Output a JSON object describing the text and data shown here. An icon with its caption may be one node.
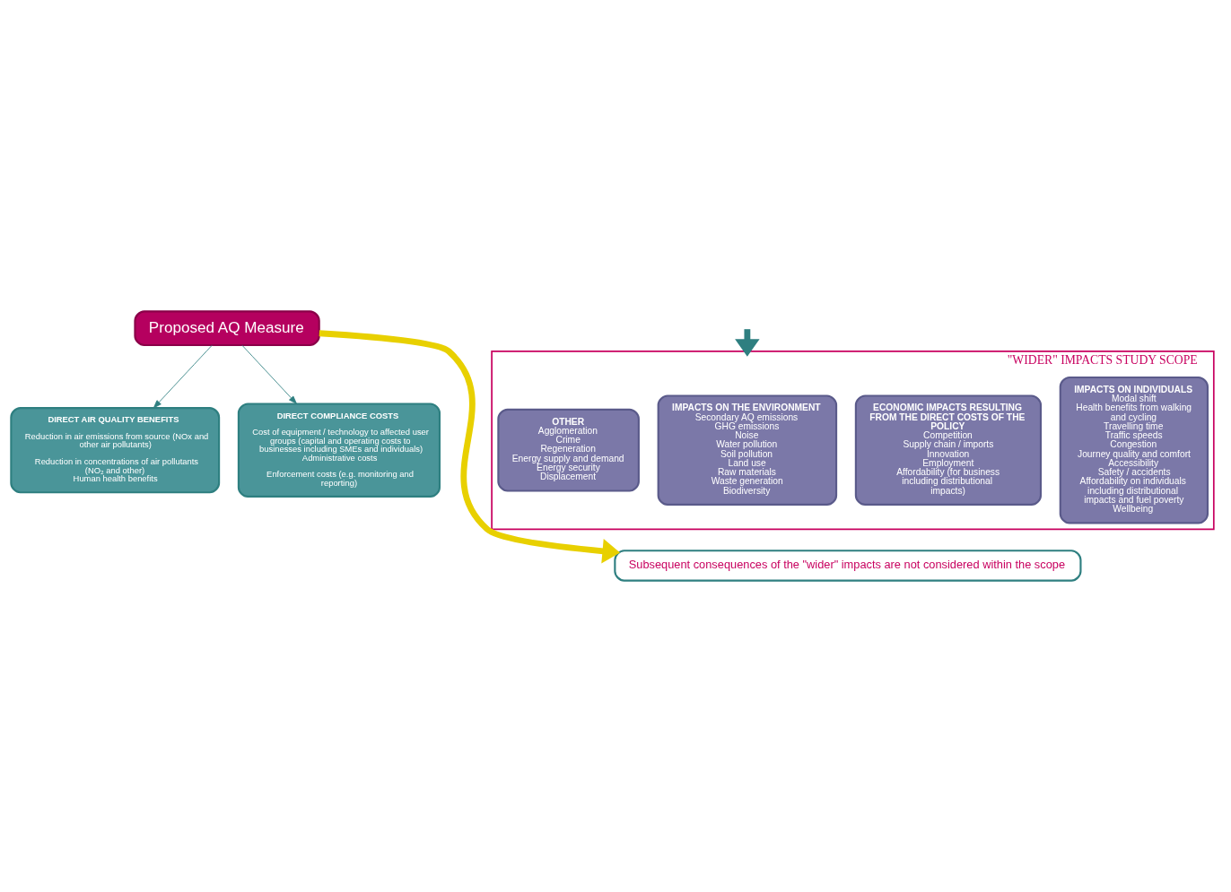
{
  "diagram": {
    "nodes": [
      {
        "text": [
          "Proposed AQ Measure"
        ]
      },
      {
        "text": [
          "DIRECT AIR QUALITY BENEFITS",
          "Reduction in air emissions from source (NOx and other air pollutants)",
          "Reduction in concentrations of air pollutants (NO₂ and other)",
          "Human health benefits"
        ]
      },
      {
        "text": [
          "DIRECT COMPLIANCE COSTS",
          "Cost of equipment / technology to affected user groups (capital and operating costs to businesses including SMEs and individuals)",
          "Administrative costs",
          "Enforcement costs (e.g. monitoring and reporting)"
        ]
      },
      {
        "text": [
          "\"WIDER\" IMPACTS STUDY SCOPE"
        ]
      },
      {
        "text": [
          "IMPACTS ON INDIVIDUALS",
          "Modal shift",
          "Health benefits from walking and cycling",
          "Travelling time",
          "Traffic speeds",
          "Congestion",
          "Journey quality and comfort",
          "Accessibility",
          "Safety / accidents",
          "Affordability on individuals including distributional impacts and fuel poverty",
          "Wellbeing"
        ],
        "in": 3
      },
      {
        "text": [
          "ECONOMIC IMPACTS RESULTING FROM THE DIRECT COSTS OF THE POLICY",
          "Competition",
          "Supply chain / imports",
          "Innovation",
          "Employment",
          "Affordability (for business including distributional impacts)"
        ],
        "in": 3
      },
      {
        "text": [
          "IMPACTS ON THE ENVIRONMENT",
          "Secondary AQ emissions",
          "GHG emissions",
          "Noise",
          "Water pollution",
          "Soil pollution",
          "Land use",
          "Raw materials",
          "Waste generation",
          "Biodiversity"
        ],
        "in": 3
      },
      {
        "text": [
          "OTHER",
          "Agglomeration",
          "Crime",
          "Regeneration",
          "Energy supply and demand",
          "Energy security",
          "Displacement"
        ],
        "in": 3
      },
      {
        "text": [
          "Subsequent consequences of the \"wider\" impacts are not considered within the scope"
        ]
      }
    ],
    "edges": [
      {
        "from": 0,
        "to": 1,
        "arrow": "to"
      },
      {
        "from": 0,
        "to": 2,
        "arrow": "to"
      },
      {
        "from": null,
        "to": 3,
        "arrow": "to",
        "style": "thick"
      },
      {
        "from": 0,
        "to": 8,
        "arrow": "to",
        "style": "thick",
        "color": "#e8d000"
      }
    ]
  }
}
